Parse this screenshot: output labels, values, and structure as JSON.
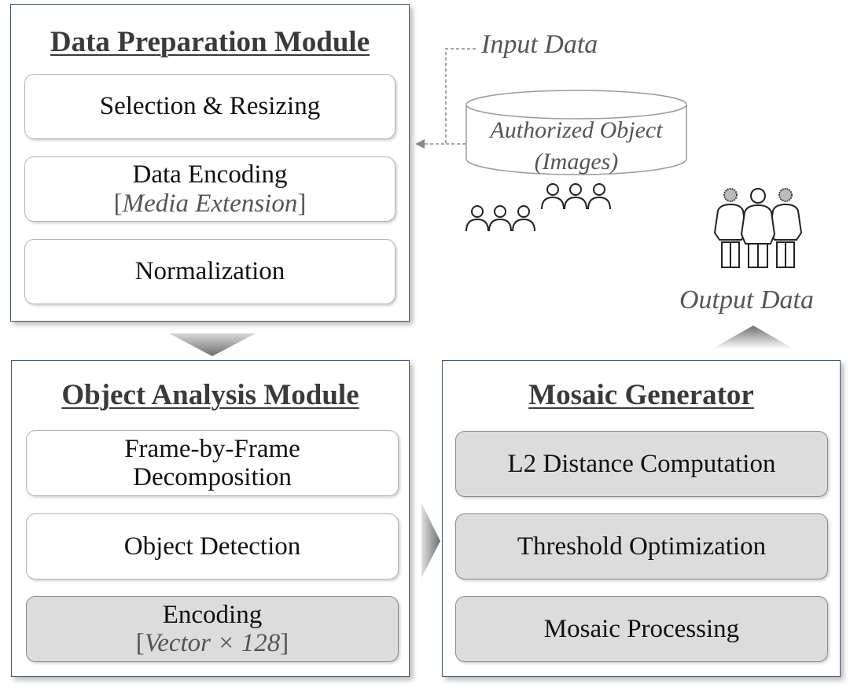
{
  "data_prep": {
    "title": "Data Preparation Module",
    "steps": [
      {
        "label": "Selection & Resizing"
      },
      {
        "label": "Data Encoding",
        "sub": "Media Extension"
      },
      {
        "label": "Normalization"
      }
    ]
  },
  "object_analysis": {
    "title": "Object Analysis Module",
    "steps": [
      {
        "label": "Frame-by-Frame",
        "label2": "Decomposition"
      },
      {
        "label": "Object Detection"
      },
      {
        "label": "Encoding",
        "sub": "Vector × 128"
      }
    ]
  },
  "mosaic": {
    "title": "Mosaic Generator",
    "steps": [
      {
        "label": "L2 Distance Computation"
      },
      {
        "label": "Threshold Optimization"
      },
      {
        "label": "Mosaic Processing"
      }
    ]
  },
  "input": {
    "label": "Input Data",
    "db_line1": "Authorized Object",
    "db_line2": "(Images)"
  },
  "output": {
    "label": "Output Data"
  },
  "colors": {
    "border": "#4a5a6e",
    "gray_fill": "#dcdcdc",
    "arrow": "#7a7a7a"
  },
  "icons": [
    "people-group-icon",
    "people-group-icon",
    "blurred-faces-people-icon",
    "database-icon"
  ]
}
